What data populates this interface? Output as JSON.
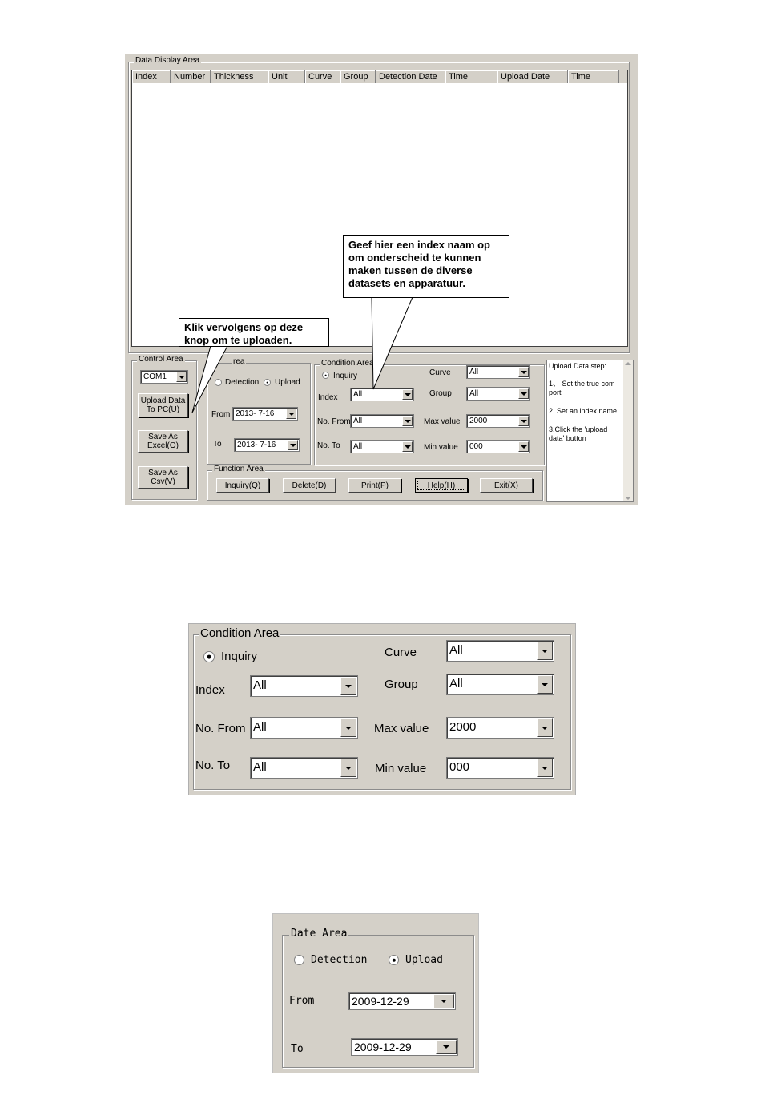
{
  "main_window": {
    "data_display": {
      "legend": "Data Display Area",
      "columns": [
        "Index",
        "Number",
        "Thickness",
        "Unit",
        "Curve",
        "Group",
        "Detection Date",
        "Time",
        "Upload Date",
        "Time"
      ]
    },
    "control_area": {
      "legend": "Control Area",
      "com_port": "COM1",
      "upload_line1": "Upload Data",
      "upload_line2": "To PC(U)",
      "excel_line1": "Save As",
      "excel_line2": "Excel(O)",
      "csv_line1": "Save As",
      "csv_line2": "Csv(V)"
    },
    "date_area": {
      "legend_fragment": "rea",
      "detection": "Detection",
      "upload": "Upload",
      "from_label": "From",
      "from_value": "2013- 7-16",
      "to_label": "To",
      "to_value": "2013- 7-16"
    },
    "condition_area": {
      "legend": "Condition Area",
      "inquiry": "Inquiry",
      "curve_label": "Curve",
      "curve_value": "All",
      "index_label": "Index",
      "index_value": "All",
      "group_label": "Group",
      "group_value": "All",
      "nofrom_label": "No. From",
      "nofrom_value": "All",
      "max_label": "Max value",
      "max_value": "2000",
      "noto_label": "No. To",
      "noto_value": "All",
      "min_label": "Min value",
      "min_value": "000"
    },
    "function_area": {
      "legend": "Function Area",
      "inquiry": "Inquiry(Q)",
      "delete": "Delete(D)",
      "print": "Print(P)",
      "help": "Help(H)",
      "exit": "Exit(X)"
    },
    "help_text": {
      "title": "Upload Data step:",
      "step1": "1、 Set the true com port",
      "step2": "2. Set an index name",
      "step3": "3,Click the 'upload data' button"
    },
    "callout_index": "Geef hier een index naam op om onderscheid te kunnen maken tussen de diverse datasets en apparatuur.",
    "callout_upload": "Klik vervolgens op deze knop om te uploaden."
  },
  "condition_zoom": {
    "legend": "Condition Area",
    "inquiry": "Inquiry",
    "curve_label": "Curve",
    "curve_value": "All",
    "index_label": "Index",
    "index_value": "All",
    "group_label": "Group",
    "group_value": "All",
    "nofrom_label": "No. From",
    "nofrom_value": "All",
    "max_label": "Max value",
    "max_value": "2000",
    "noto_label": "No. To",
    "noto_value": "All",
    "min_label": "Min value",
    "min_value": "000"
  },
  "date_zoom": {
    "legend": "Date Area",
    "detection": "Detection",
    "upload": "Upload",
    "from_label": "From",
    "from_value": "2009-12-29",
    "to_label": "To",
    "to_value": "2009-12-29"
  }
}
